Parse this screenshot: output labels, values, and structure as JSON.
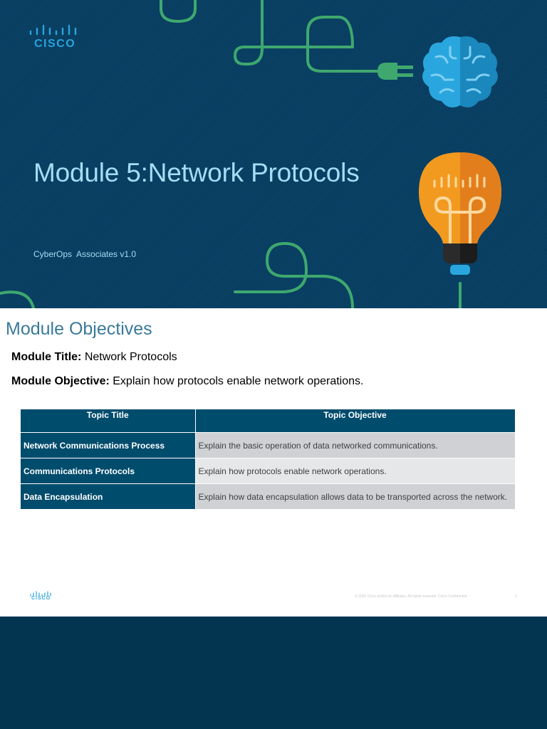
{
  "title_slide": {
    "logo_text": "CISCO",
    "title": "Module 5:Network Protocols",
    "subtitle": "CyberOps  Associates v1.0",
    "icons": [
      "cisco-logo-icon",
      "plug-icon",
      "brain-icon",
      "lightbulb-icon"
    ]
  },
  "objectives_slide": {
    "heading": "Module Objectives",
    "module_title_label": "Module Title:",
    "module_title_value": "Network Protocols",
    "module_objective_label": "Module Objective:",
    "module_objective_value": "Explain how protocols enable network operations.",
    "table": {
      "headers": [
        "Topic Title",
        "Topic Objective"
      ],
      "rows": [
        {
          "topic": "Network Communications Process",
          "objective": "Explain the basic operation of data networked communications."
        },
        {
          "topic": "Communications Protocols",
          "objective": "Explain how protocols enable network operations."
        },
        {
          "topic": "Data Encapsulation",
          "objective": "Explain how data encapsulation allows data to be transported across the network."
        }
      ]
    },
    "footer": {
      "logo_text": "CISCO",
      "copyright": "© 2020  Cisco and/or its affiliates. All rights reserved.   Cisco Confidential",
      "page_number": "2"
    }
  },
  "colors": {
    "title_bg": "#083e61",
    "title_text": "#a6dcf5",
    "heading_text": "#3a7a9a",
    "table_header_bg": "#004c6d",
    "row_gray_dark": "#cfd1d4",
    "row_gray_light": "#e6e7e8",
    "cisco_blue": "#29a3dc",
    "line_green": "#3ea86e",
    "bulb_orange": "#f29a1f",
    "brain_blue": "#2aa6df",
    "bottom_bg": "#033450"
  }
}
